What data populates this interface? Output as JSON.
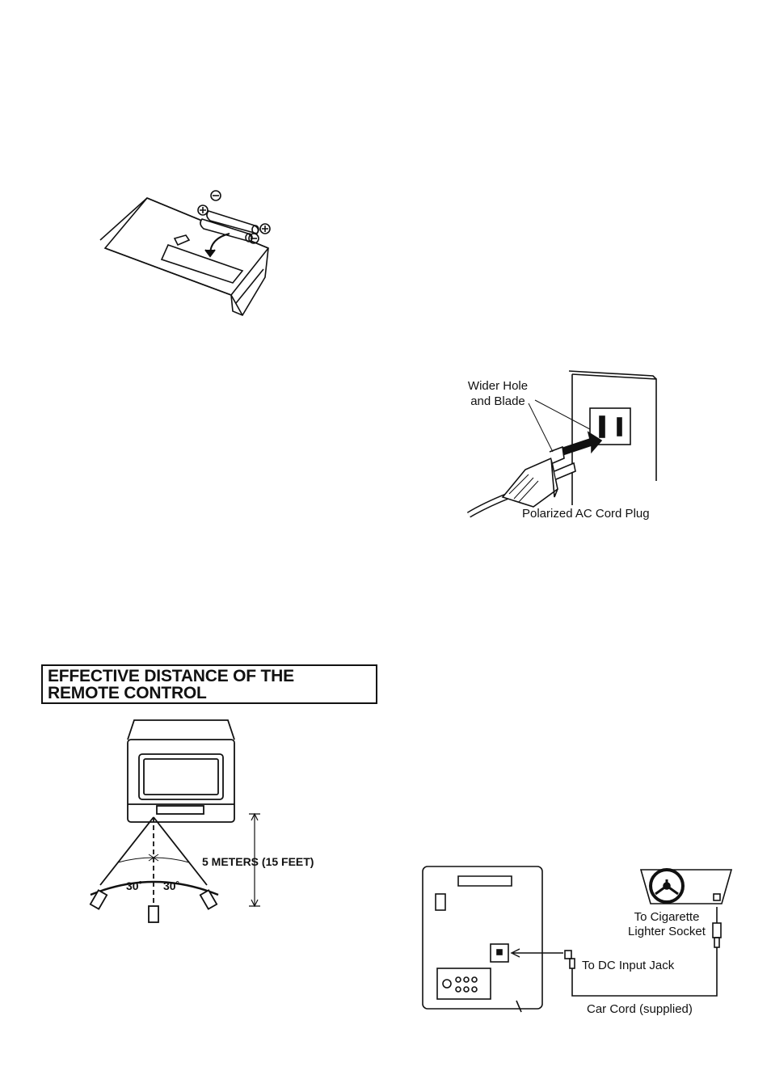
{
  "polarized_plug_figure": {
    "wider_hole_label_line1": "Wider Hole",
    "wider_hole_label_line2": "and Blade",
    "plug_label": "Polarized AC Cord Plug"
  },
  "remote_distance_section": {
    "heading_line1": "EFFECTIVE DISTANCE OF THE",
    "heading_line2": "REMOTE CONTROL",
    "distance_label": "5 METERS (15 FEET)",
    "angle_left": "30˚",
    "angle_right": "30˚"
  },
  "car_cord_figure": {
    "cigarette_label_line1": "To Cigarette",
    "cigarette_label_line2": "Lighter Socket",
    "dc_jack_label": "To DC Input Jack",
    "car_cord_label": "Car Cord (supplied)"
  },
  "icons": {
    "battery_plus": "plus-sign",
    "battery_minus": "minus-sign"
  },
  "colors": {
    "ink": "#111111",
    "paper": "#ffffff"
  }
}
